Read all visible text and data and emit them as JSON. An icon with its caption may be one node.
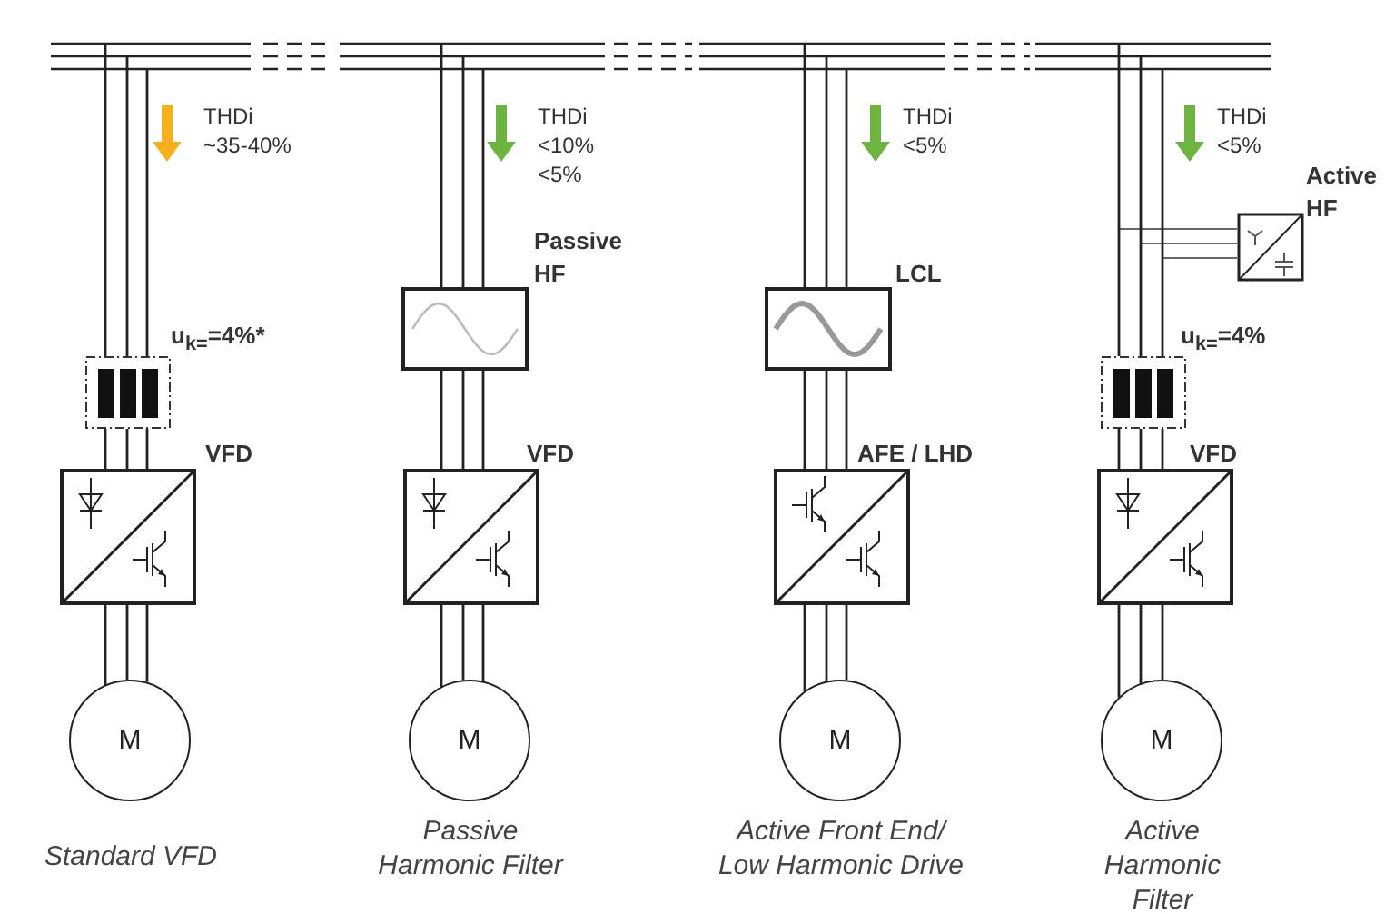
{
  "diagram": {
    "nodes": [
      {
        "text": [],
        "shape": "box",
        "beside": [
          "u$_{k=}$=4%*"
        ]
      },
      {
        "text": [],
        "shape": "box",
        "beside": [
          "VFD"
        ]
      },
      {
        "text": [
          "M"
        ],
        "beside": [
          "Standard VFD"
        ]
      },
      {
        "text": [],
        "shape": "box",
        "beside": [
          "Passive HF"
        ]
      },
      {
        "text": [],
        "shape": "box",
        "beside": [
          "VFD"
        ]
      },
      {
        "text": [
          "M"
        ],
        "beside": [
          "Passive Harmonic Filter"
        ]
      },
      {
        "text": [],
        "shape": "box",
        "beside": [
          "LCL"
        ]
      },
      {
        "text": [],
        "shape": "box",
        "beside": [
          "AFE / LHD"
        ]
      },
      {
        "text": [
          "M"
        ],
        "beside": [
          "Active Front End/ Low Harmonic Drive"
        ]
      },
      {
        "text": [],
        "shape": "box",
        "beside": [
          "Active HF"
        ]
      },
      {
        "text": [],
        "shape": "box",
        "beside": [
          "u$_{k=}$=4%"
        ]
      },
      {
        "text": [],
        "shape": "box",
        "beside": [
          "VFD"
        ]
      },
      {
        "text": [
          "M"
        ],
        "beside": [
          "Active Harmonic Filter"
        ]
      }
    ],
    "edges": [
      {
        "from": null,
        "to": 0,
        "arrow": "none"
      },
      {
        "from": 0,
        "to": 1,
        "arrow": "none"
      },
      {
        "from": 1,
        "to": 2,
        "arrow": "none"
      },
      {
        "from": null,
        "to": 3,
        "arrow": "none"
      },
      {
        "from": 3,
        "to": 4,
        "arrow": "none"
      },
      {
        "from": 4,
        "to": 5,
        "arrow": "none"
      },
      {
        "from": null,
        "to": 6,
        "arrow": "none"
      },
      {
        "from": 6,
        "to": 7,
        "arrow": "none"
      },
      {
        "from": 7,
        "to": 8,
        "arrow": "none"
      },
      {
        "from": null,
        "to": 9,
        "arrow": "none"
      },
      {
        "from": null,
        "to": 10,
        "arrow": "none"
      },
      {
        "from": 10,
        "to": 11,
        "arrow": "none"
      },
      {
        "from": 11,
        "to": 12,
        "arrow": "none"
      }
    ],
    "labels": [
      "THDi ~35-40%",
      "THDi <10% <5%",
      "THDi <5%",
      "THDi <5%"
    ]
  }
}
